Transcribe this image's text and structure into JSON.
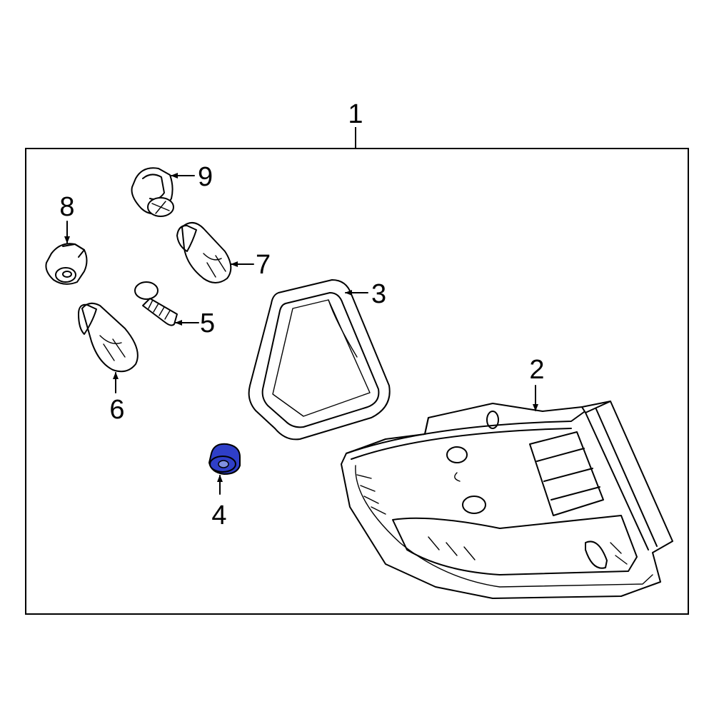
{
  "callouts": {
    "c1": "1",
    "c2": "2",
    "c3": "3",
    "c4": "4",
    "c5": "5",
    "c6": "6",
    "c7": "7",
    "c8": "8",
    "c9": "9"
  },
  "highlight_color": "#2f3fc8",
  "highlighted_part": "4"
}
